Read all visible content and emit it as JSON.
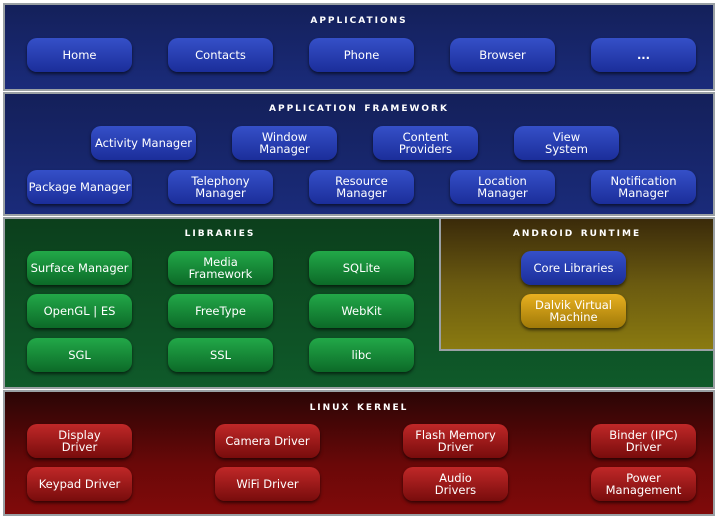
{
  "applications": {
    "title": "Applications",
    "items": [
      "Home",
      "Contacts",
      "Phone",
      "Browser",
      "..."
    ]
  },
  "framework": {
    "title": "Application Framework",
    "row1": [
      "Activity Manager",
      "Window\nManager",
      "Content\nProviders",
      "View\nSystem"
    ],
    "row2": [
      "Package Manager",
      "Telephony\nManager",
      "Resource\nManager",
      "Location\nManager",
      "Notification\nManager"
    ]
  },
  "libraries": {
    "title": "Libraries",
    "items": [
      "Surface Manager",
      "Media\nFramework",
      "SQLite",
      "OpenGL | ES",
      "FreeType",
      "WebKit",
      "SGL",
      "SSL",
      "libc"
    ]
  },
  "runtime": {
    "title": "Android Runtime",
    "items": [
      "Core Libraries",
      "Dalvik Virtual\nMachine"
    ]
  },
  "kernel": {
    "title": "Linux Kernel",
    "items": [
      "Display\nDriver",
      "Camera Driver",
      "Flash Memory\nDriver",
      "Binder (IPC)\nDriver",
      "Keypad Driver",
      "WiFi Driver",
      "Audio\nDrivers",
      "Power\nManagement"
    ]
  }
}
